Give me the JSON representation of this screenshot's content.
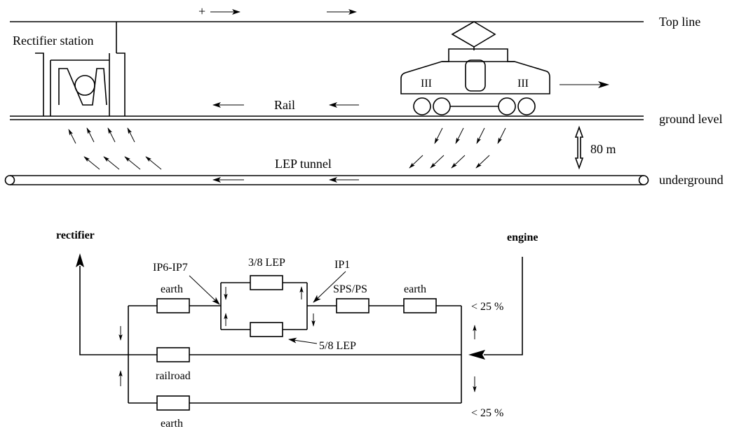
{
  "top_diagram": {
    "top_line_label": "Top line",
    "ground_level_label": "ground level",
    "underground_label": "underground",
    "rectifier_station_label": "Rectifier station",
    "plus_sign": "+",
    "rail_label": "Rail",
    "lep_tunnel_label": "LEP tunnel",
    "depth_label": "80 m",
    "engine_marks": "III"
  },
  "circuit": {
    "rectifier_label": "rectifier",
    "engine_label": "engine",
    "ip6_ip7_label": "IP6-IP7",
    "ip1_label": "IP1",
    "lep_3_8_label": "3/8 LEP",
    "lep_5_8_label": "5/8 LEP",
    "sps_ps_label": "SPS/PS",
    "earth_label": "earth",
    "railroad_label": "railroad",
    "percent_label": "< 25 %"
  }
}
